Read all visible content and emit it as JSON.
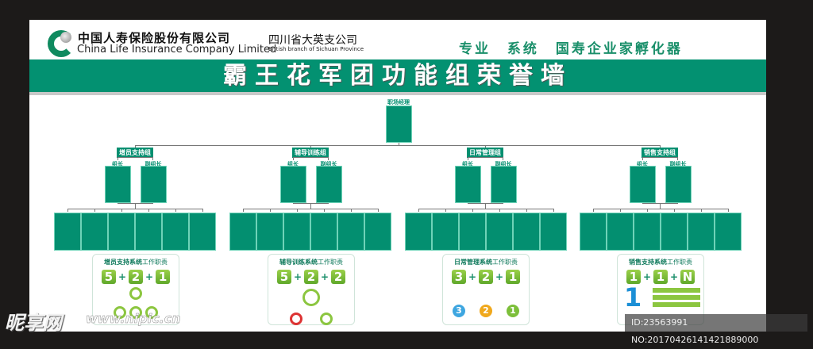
{
  "header": {
    "company_cn": "中国人寿保险股份有限公司",
    "company_en": "China Life Insurance Company Limited",
    "branch_cn": "四川省大英支公司",
    "branch_en": "British branch of Sichuan Province",
    "slogan": "专业 系统 国寿企业家孵化器"
  },
  "title": "霸王花军团功能组荣誉墙",
  "org": {
    "top_label": "职场经理",
    "leader_label": "组长",
    "deputy_label": "副组长",
    "groups": [
      {
        "name": "增员支持组"
      },
      {
        "name": "辅导训练组"
      },
      {
        "name": "日常管理组"
      },
      {
        "name": "销售支持组"
      }
    ]
  },
  "cards": [
    {
      "title_bold": "增员支持系统",
      "title_rest": "工作职责",
      "formula": [
        "5",
        "2",
        "1"
      ]
    },
    {
      "title_bold": "辅导训练系统",
      "title_rest": "工作职责",
      "formula": [
        "5",
        "2",
        "2"
      ]
    },
    {
      "title_bold": "日常管理系统",
      "title_rest": "工作职责",
      "formula": [
        "3",
        "2",
        "1"
      ],
      "badges": [
        "3",
        "2",
        "1"
      ]
    },
    {
      "title_bold": "销售支持系统",
      "title_rest": "工作职责",
      "formula": [
        "1",
        "1",
        "N"
      ],
      "big": "1"
    }
  ],
  "watermark": {
    "site_cn": "昵享网",
    "site_url": "www.nipic.cn",
    "id": "ID:23563991 NO:20170426141421889000"
  }
}
